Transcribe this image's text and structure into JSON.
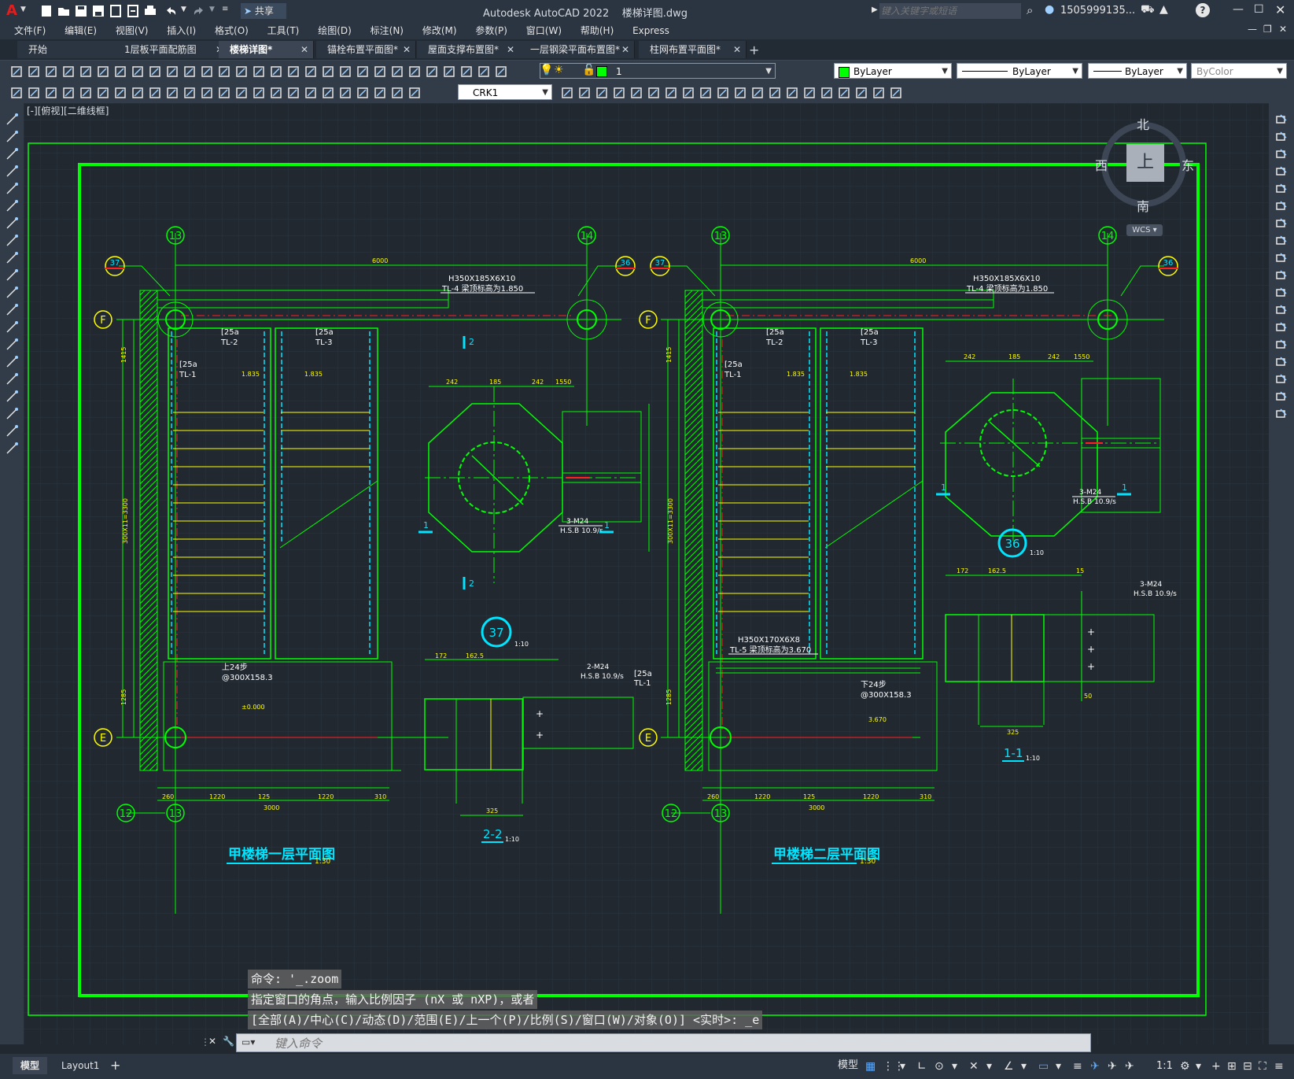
{
  "app": {
    "title": "Autodesk AutoCAD 2022",
    "filename": "楼梯详图.dwg",
    "logo": "A",
    "share_label": "共享",
    "search_placeholder": "键入关键字或短语",
    "user": "1505999135...",
    "window_controls": [
      "minimize",
      "restore",
      "close"
    ]
  },
  "menu": [
    "文件(F)",
    "编辑(E)",
    "视图(V)",
    "插入(I)",
    "格式(O)",
    "工具(T)",
    "绘图(D)",
    "标注(N)",
    "修改(M)",
    "参数(P)",
    "窗口(W)",
    "帮助(H)",
    "Express"
  ],
  "tabs": [
    {
      "label": "开始",
      "closable": false
    },
    {
      "label": "1层板平面配筋图",
      "closable": true
    },
    {
      "label": "楼梯详图*",
      "closable": true,
      "active": true
    },
    {
      "label": "锚栓布置平面图*",
      "closable": true
    },
    {
      "label": "屋面支撑布置图*",
      "closable": true
    },
    {
      "label": "一层钢梁平面布置图*",
      "closable": true
    },
    {
      "label": "柱网布置平面图*",
      "closable": true
    }
  ],
  "add_tab_label": "+",
  "toolbar": {
    "layer_value": "1",
    "color_value": "ByLayer",
    "linetype_value": "ByLayer",
    "lineweight_value": "ByLayer",
    "plotstyle_value": "ByColor",
    "dimstyle_value": "CRK1"
  },
  "viewport_label": "[-][俯视][二维线框]",
  "viewcube": {
    "north": "北",
    "south": "南",
    "east": "东",
    "west": "西",
    "face": "上",
    "wcs": "WCS"
  },
  "drawing": {
    "plan1_title": "甲楼梯一层平面图",
    "plan1_scale": "1:30",
    "plan2_title": "甲楼梯二层平面图",
    "plan2_scale": "1:30",
    "detail37_label": "37",
    "detail37_scale": "1:10",
    "detail36_label": "36",
    "detail36_scale": "1:10",
    "section22_label": "2-2",
    "section22_scale": "1:10",
    "section11_label": "1-1",
    "section11_scale": "1:10",
    "axes": {
      "a13": "13",
      "a14": "14",
      "a12": "12",
      "aF": "F",
      "aE": "E",
      "d37": "37",
      "d36": "36"
    },
    "labels": {
      "tl4_a": "H350X185X6X10",
      "tl4_b": "TL-4  梁顶标高为1.850",
      "tl5_a": "H350X170X6X8",
      "tl5_b": "TL-5  梁顶标高为3.670",
      "c25a": "[25a",
      "tl1": "TL-1",
      "tl2": "TL-2",
      "tl3": "TL-3",
      "up": "上24步",
      "down": "下24步",
      "step": "@300X158.3",
      "m24_3": "3-M24",
      "m24_2": "2-M24",
      "hsb": "H.S.B 10.9/s",
      "dim6000": "6000",
      "dim3000": "3000",
      "dim1220": "1220",
      "dim260": "260",
      "dim125": "125",
      "dim310": "310",
      "dim1415": "1415",
      "dim1285": "1285",
      "dimvert": "300X11=3300",
      "dimtop": "242",
      "dim185": "185",
      "dim1550": "1550",
      "dim50": "50",
      "dim172": "172",
      "dim1625": "162.5",
      "dim325": "325",
      "dim15": "15",
      "el1835": "1.835",
      "el0": "±0.000",
      "el3670": "3.670",
      "sec1": "1",
      "sec2": "2"
    }
  },
  "command": {
    "history": [
      "命令:  '_.zoom",
      "指定窗口的角点，输入比例因子 (nX 或 nXP)，或者",
      "[全部(A)/中心(C)/动态(D)/范围(E)/上一个(P)/比例(S)/窗口(W)/对象(O)] <实时>: _e"
    ],
    "input_placeholder": "键入命令"
  },
  "layout_tabs": [
    "模型",
    "Layout1"
  ],
  "status": {
    "model": "模型",
    "scale": "1:1"
  },
  "colors": {
    "bg": "#212830",
    "green": "#00ff00",
    "yellow": "#ffff00",
    "cyan": "#00e5ff",
    "red": "#ff2020",
    "ui_dark": "#2b3441"
  }
}
